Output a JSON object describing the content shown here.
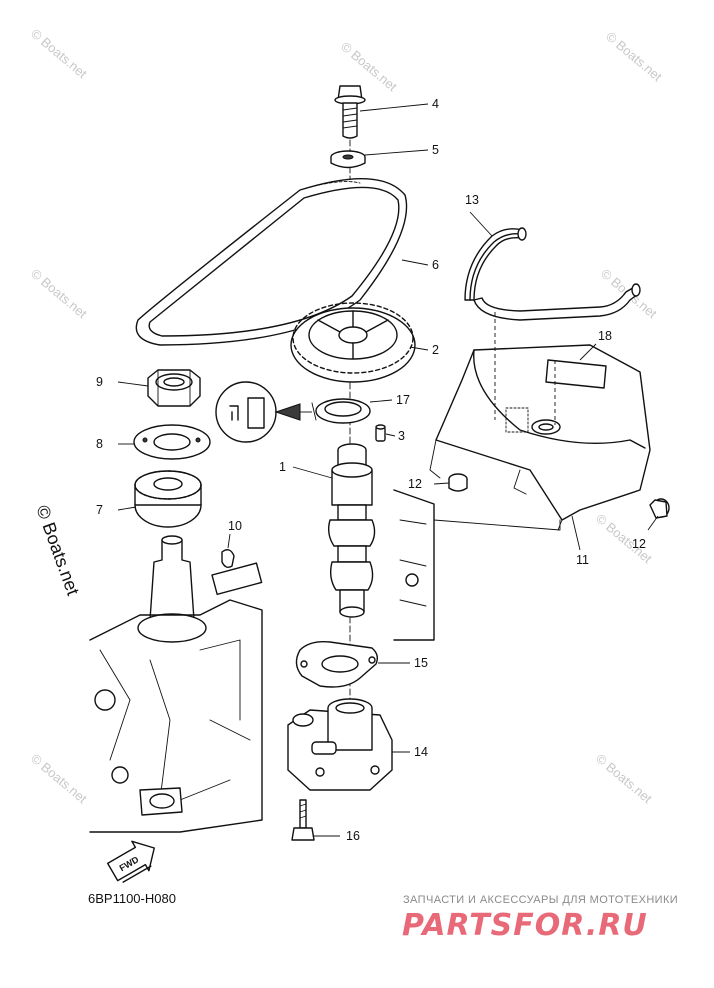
{
  "watermark": {
    "text": "© Boats.net",
    "side_text": "© Boats.net"
  },
  "diagram_code": "6BP1100-H080",
  "fwd_label": "FWD",
  "promo": {
    "tagline": "ЗАПЧАСТИ И АКСЕССУАРЫ ДЛЯ МОТОТЕХНИКИ",
    "logo": "PARTSFOR.RU",
    "logo_color": "#e86a78"
  },
  "callouts": {
    "c1": "1",
    "c2": "2",
    "c3": "3",
    "c4": "4",
    "c5": "5",
    "c6": "6",
    "c7": "7",
    "c8": "8",
    "c9": "9",
    "c10": "10",
    "c11": "11",
    "c12a": "12",
    "c12b": "12",
    "c13": "13",
    "c14": "14",
    "c15": "15",
    "c16": "16",
    "c17": "17",
    "c18": "18"
  }
}
